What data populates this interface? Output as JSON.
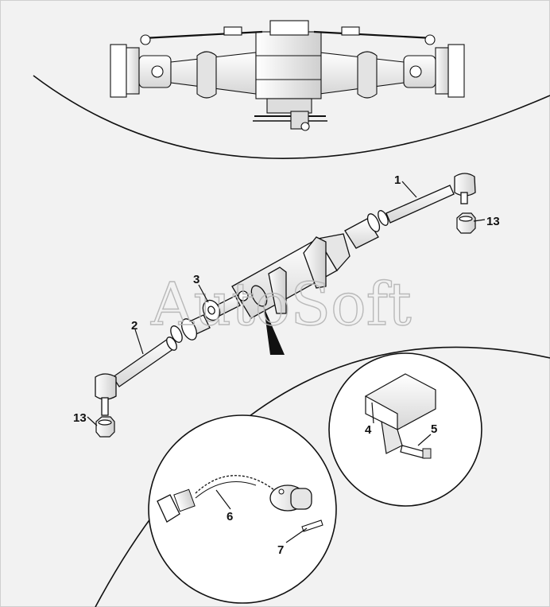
{
  "watermark": "AutoSoft",
  "callouts": {
    "c1": "1",
    "c2": "2",
    "c3": "3",
    "c4": "4",
    "c5": "5",
    "c6": "6",
    "c7": "7",
    "c13a": "13",
    "c13b": "13"
  }
}
